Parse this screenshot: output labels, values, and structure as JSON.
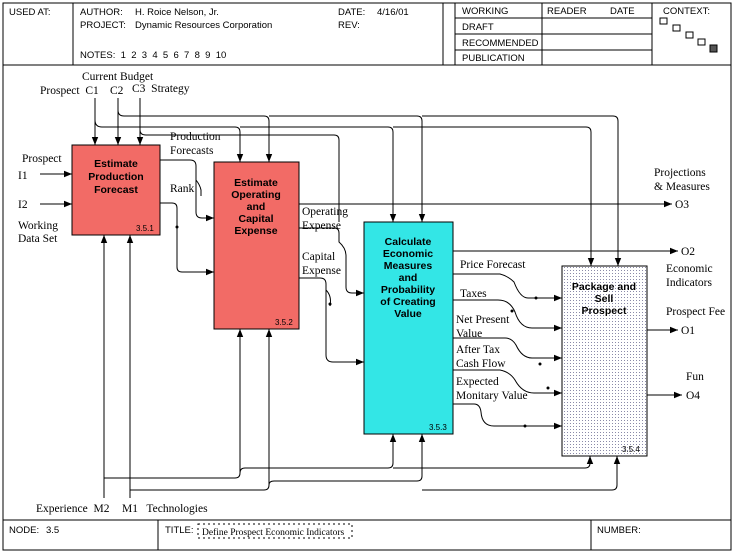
{
  "header": {
    "used_at": "USED AT:",
    "author_label": "AUTHOR:",
    "author": "H. Roice Nelson, Jr.",
    "project_label": "PROJECT:",
    "project": "Dynamic Resources Corporation",
    "date_label": "DATE:",
    "date": "4/16/01",
    "rev_label": "REV:",
    "notes": "NOTES:  1  2  3  4  5  6  7  8  9  10",
    "status": [
      "WORKING",
      "DRAFT",
      "RECOMMENDED",
      "PUBLICATION"
    ],
    "reader": "READER",
    "reader_date": "DATE",
    "context": "CONTEXT:"
  },
  "footer": {
    "node_label": "NODE:",
    "node": "3.5",
    "title_label": "TITLE:",
    "title": "Define Prospect Economic Indicators",
    "number_label": "NUMBER:"
  },
  "boxes": [
    {
      "id": "A1",
      "lines": [
        "Estimate",
        "Production",
        "Forecast"
      ],
      "num": "3.5.1",
      "color": "#f26b66"
    },
    {
      "id": "A2",
      "lines": [
        "Estimate",
        "Operating",
        "and",
        "Capital",
        "Expense"
      ],
      "num": "3.5.2",
      "color": "#f26b66"
    },
    {
      "id": "A3",
      "lines": [
        "Calculate",
        "Economic",
        "Measures",
        "and",
        "Probability",
        "of Creating",
        "Value"
      ],
      "num": "3.5.3",
      "color": "#33e6e6"
    },
    {
      "id": "A4",
      "lines": [
        "Package and",
        "Sell",
        "Prospect"
      ],
      "num": "3.5.4",
      "color": "#f0eef6"
    }
  ],
  "labels": {
    "current_budget": "Current Budget",
    "prospect_c1": "Prospect  C1",
    "c2": "C2",
    "c3_strategy": "C3  Strategy",
    "prospect_i1": "Prospect",
    "i1": "I1",
    "i2": "I2",
    "working": "Working",
    "data_set": "Data Set",
    "production": "Production",
    "forecasts": "Forecasts",
    "rank": "Rank",
    "operating": "Operating",
    "expense1": "Expense",
    "capital": "Capital",
    "expense2": "Expense",
    "projections": "Projections",
    "measures": "& Measures",
    "o3": "O3",
    "o2": "O2",
    "economic": "Economic",
    "indicators": "Indicators",
    "price_forecast": "Price Forecast",
    "taxes": "Taxes",
    "net_present": "Net Present",
    "value1": "Value",
    "after_tax": "After Tax",
    "cash_flow": "Cash Flow",
    "expected": "Expected",
    "monitary": "Monitary Value",
    "prospect_fee": "Prospect Fee",
    "o1": "O1",
    "fun": "Fun",
    "o4": "O4",
    "experience_m2": "Experience  M2",
    "m1_tech": "M1   Technologies"
  }
}
